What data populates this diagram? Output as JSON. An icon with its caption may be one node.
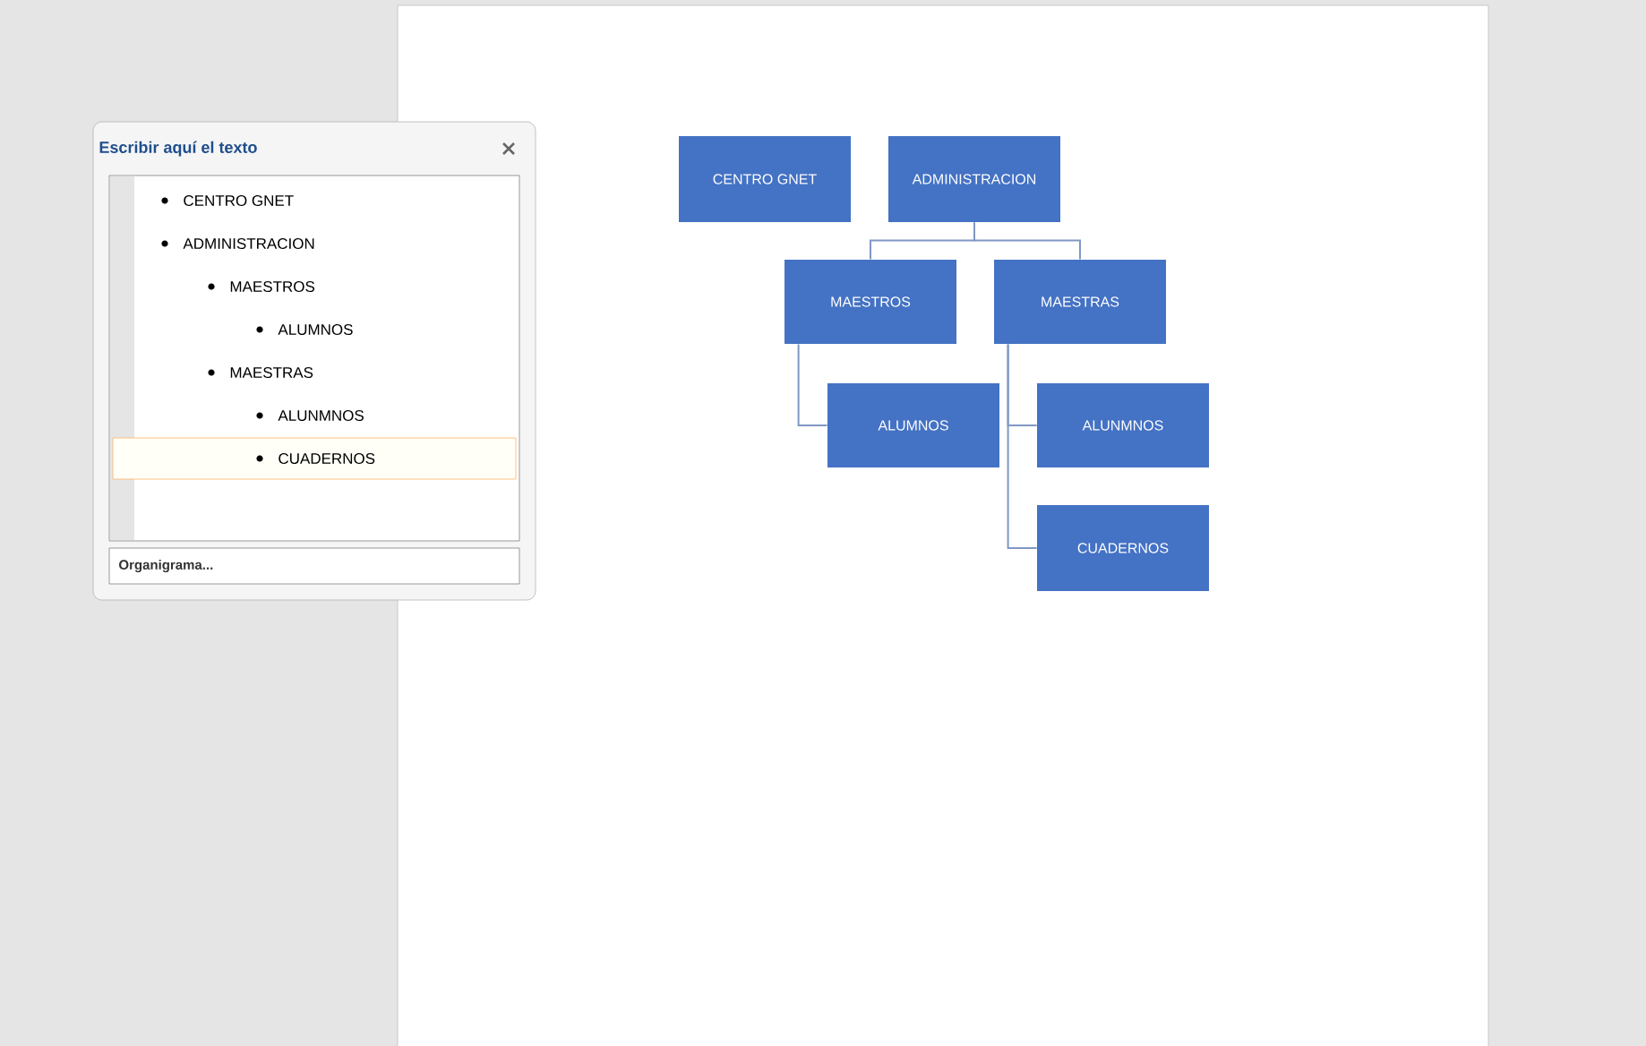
{
  "diagram": {
    "nodes": [
      {
        "text": [
          "CENTRO GNET"
        ]
      },
      {
        "text": [
          "ADMINISTRACION"
        ]
      },
      {
        "text": [
          "MAESTROS"
        ]
      },
      {
        "text": [
          "MAESTRAS"
        ]
      },
      {
        "text": [
          "ALUMNOS"
        ]
      },
      {
        "text": [
          "ALUNMNOS"
        ]
      },
      {
        "text": [
          "CUADERNOS"
        ]
      }
    ],
    "edges": [
      {
        "from": 1,
        "to": 2,
        "arrow": "none"
      },
      {
        "from": 1,
        "to": 3,
        "arrow": "none"
      },
      {
        "from": 2,
        "to": 4,
        "arrow": "none"
      },
      {
        "from": 3,
        "to": 5,
        "arrow": "none"
      },
      {
        "from": 3,
        "to": 6,
        "arrow": "none"
      }
    ],
    "labels": [
      "Escribir aquí el texto",
      "CENTRO GNET",
      "ADMINISTRACION",
      "MAESTROS",
      "ALUMNOS",
      "MAESTRAS",
      "ALUNMNOS",
      "CUADERNOS",
      "Organigrama..."
    ]
  }
}
